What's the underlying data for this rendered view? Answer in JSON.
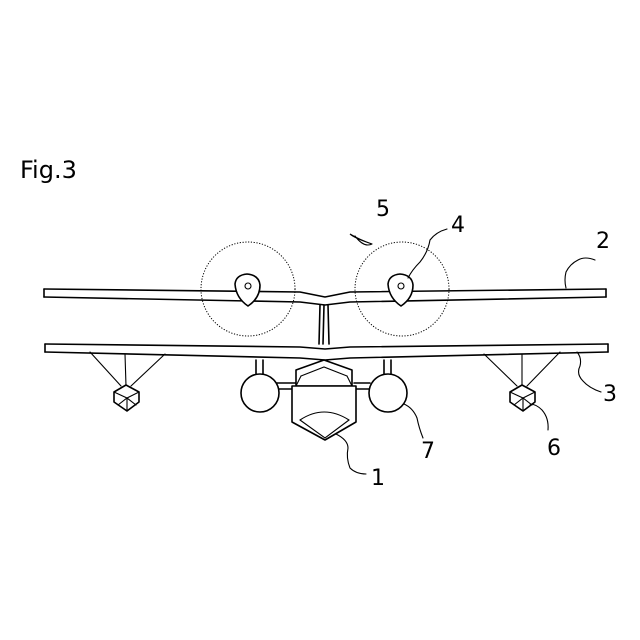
{
  "figure_label": "Fig.3",
  "labels": {
    "fuselage": "1",
    "upper_wing": "2",
    "lower_wing": "3",
    "engine_nacelle": "4",
    "propeller_disc": "5",
    "wing_float": "6",
    "sponson": "7"
  }
}
